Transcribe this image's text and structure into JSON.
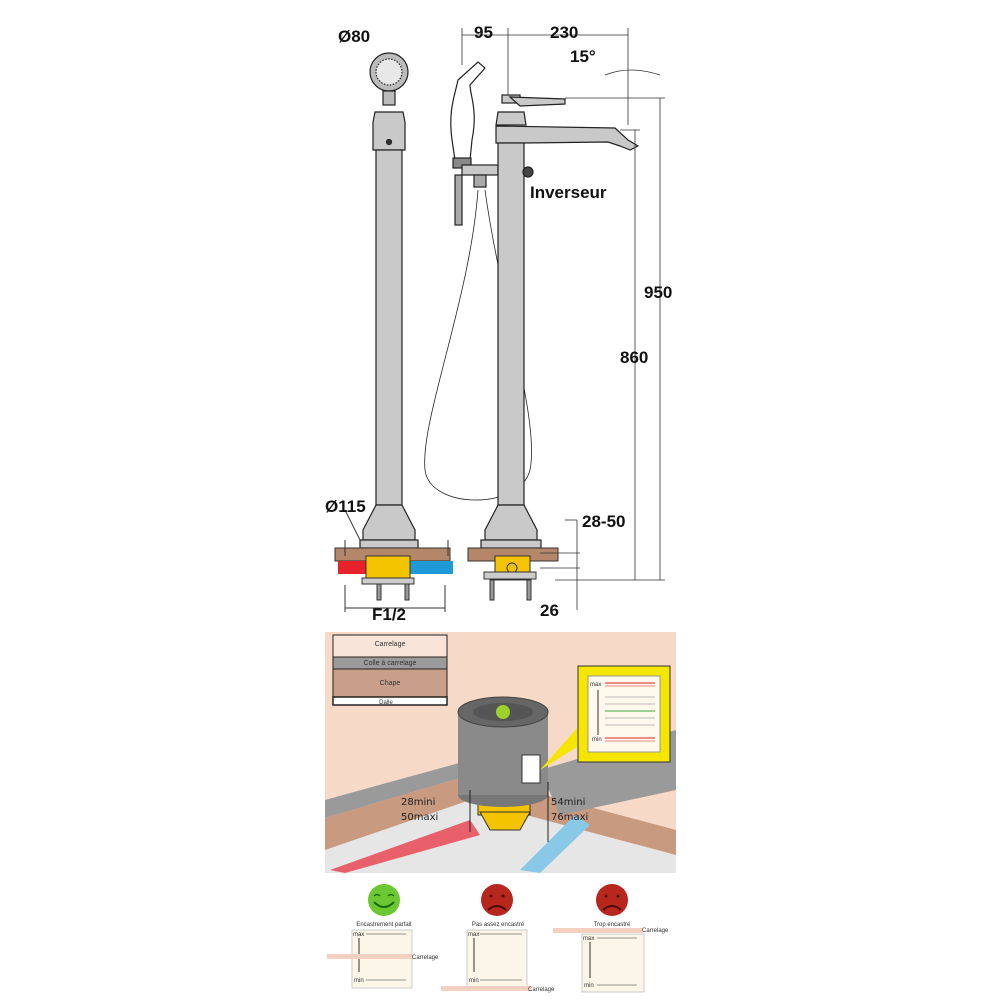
{
  "drawing": {
    "dimensions": {
      "shower_head_diameter": "Ø80",
      "base_diameter": "Ø115",
      "handset_offset": "95",
      "spout_reach": "230",
      "spout_angle": "15°",
      "total_height": "950",
      "spout_height": "860",
      "floor_range": "28-50",
      "valve_depth": "26",
      "connection": "F1/2"
    },
    "labels": {
      "diverter": "Inverseur"
    }
  },
  "installation": {
    "legend": [
      "Carrelage",
      "Colle à carrelage",
      "Chape",
      "Dalle"
    ],
    "left_depth": [
      "28mini",
      "50maxi"
    ],
    "right_depth": [
      "54mini",
      "76maxi"
    ],
    "gauge": {
      "max": "max",
      "min": "min"
    }
  },
  "cases": [
    {
      "title": "Encastrement parfait",
      "status": "good",
      "tile_label": "Carrelage",
      "max": "max",
      "min": "min"
    },
    {
      "title": "Pas assez encastré",
      "status": "bad",
      "tile_label": "Carrelage",
      "max": "max",
      "min": "min"
    },
    {
      "title": "Trop encastré",
      "status": "bad",
      "tile_label": "Carrelage",
      "max": "max",
      "min": "min"
    }
  ],
  "colors": {
    "hot": "#e8222a",
    "cold": "#1e9ad6",
    "valve": "#f5c400",
    "good": "#6cc832",
    "bad": "#b8271e",
    "floor": "#b5876a"
  }
}
